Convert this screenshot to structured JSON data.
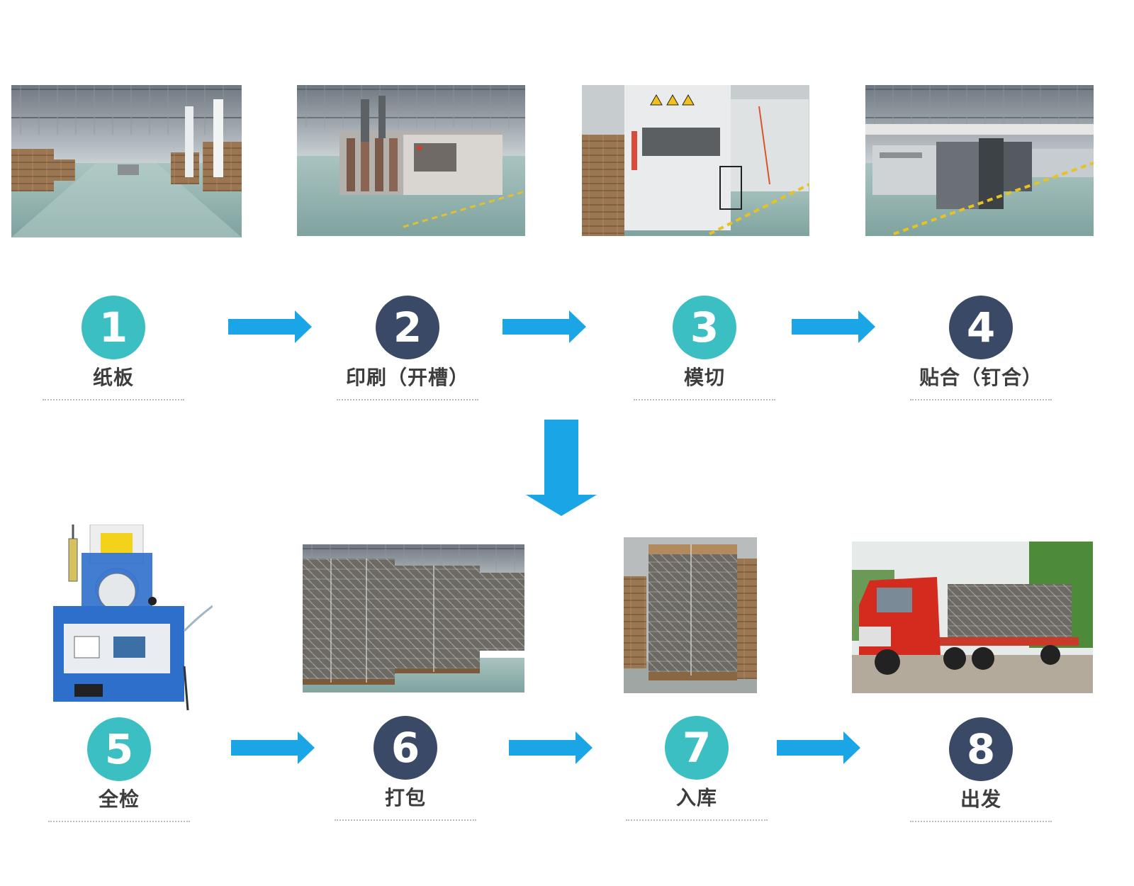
{
  "colors": {
    "arrow": "#1aa6e6",
    "circle_teal": "#3bbfc3",
    "circle_navy": "#3a4a66",
    "label": "#3d3d3d"
  },
  "steps": [
    {
      "number": "1",
      "label": "纸板",
      "style": "teal",
      "photo": "warehouse-stacks"
    },
    {
      "number": "2",
      "label": "印刷（开槽）",
      "style": "navy",
      "photo": "printing-slotting-machine"
    },
    {
      "number": "3",
      "label": "模切",
      "style": "teal",
      "photo": "die-cutting-machine"
    },
    {
      "number": "4",
      "label": "贴合（钉合）",
      "style": "navy",
      "photo": "laminating-machine"
    },
    {
      "number": "5",
      "label": "全检",
      "style": "teal",
      "photo": "burst-strength-tester"
    },
    {
      "number": "6",
      "label": "打包",
      "style": "navy",
      "photo": "wrapped-pallets"
    },
    {
      "number": "7",
      "label": "入库",
      "style": "teal",
      "photo": "wrapped-pallet-storage"
    },
    {
      "number": "8",
      "label": "出发",
      "style": "navy",
      "photo": "red-truck"
    }
  ]
}
